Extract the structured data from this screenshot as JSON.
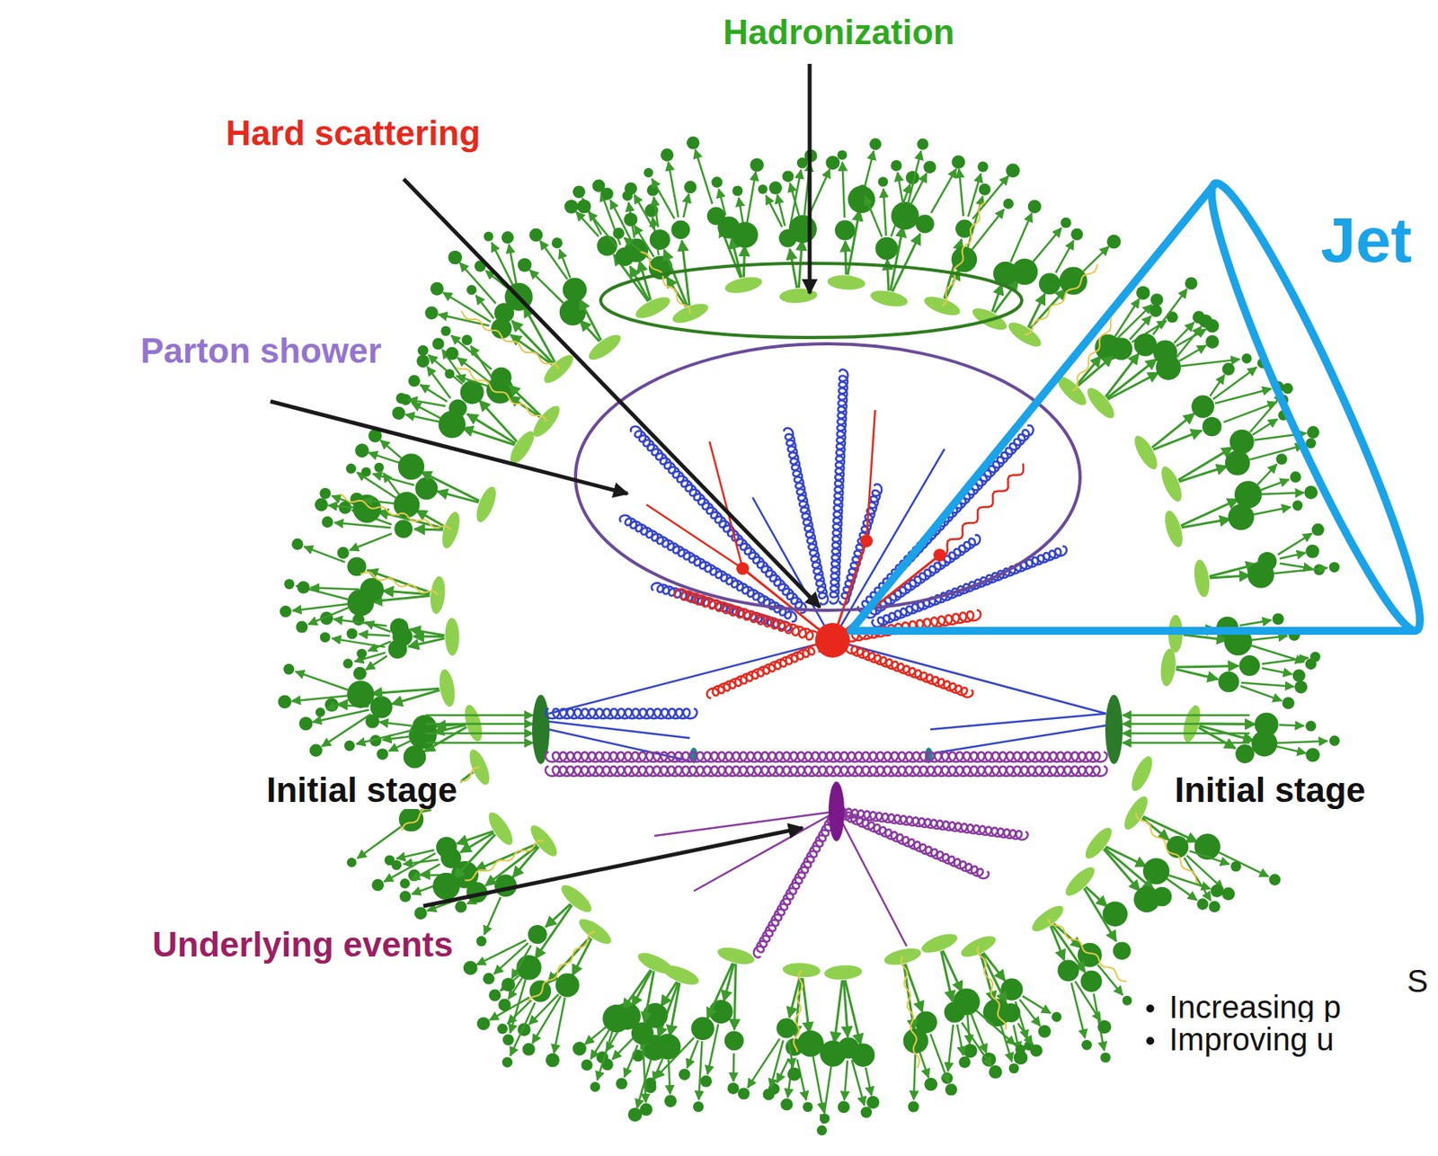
{
  "diagram": {
    "labels": [
      "Hadronization",
      "Hard scattering",
      "Parton shower",
      "Jet",
      "Initial stage",
      "Initial stage",
      "Underlying events",
      "S",
      "Increasing p",
      "Improving u"
    ]
  }
}
